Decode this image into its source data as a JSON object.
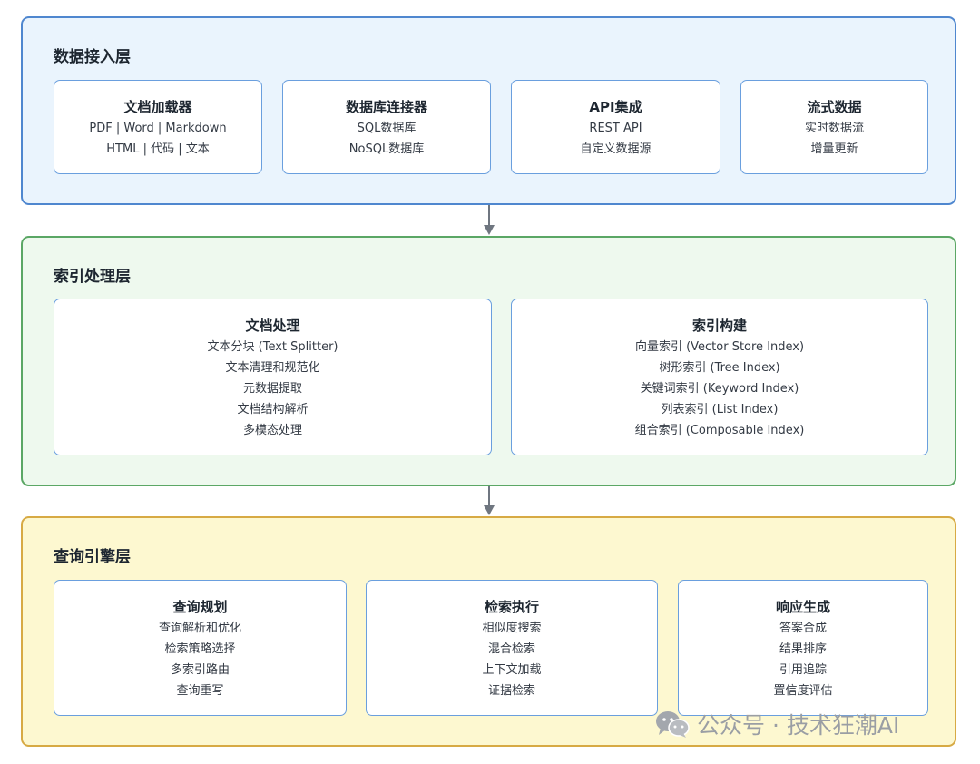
{
  "layers": [
    {
      "title": "数据接入层",
      "cards": [
        {
          "title": "文档加载器",
          "lines": [
            "PDF | Word | Markdown",
            "HTML | 代码 | 文本"
          ]
        },
        {
          "title": "数据库连接器",
          "lines": [
            "SQL数据库",
            "NoSQL数据库"
          ]
        },
        {
          "title": "API集成",
          "lines": [
            "REST API",
            "自定义数据源"
          ]
        },
        {
          "title": "流式数据",
          "lines": [
            "实时数据流",
            "增量更新"
          ]
        }
      ]
    },
    {
      "title": "索引处理层",
      "cards": [
        {
          "title": "文档处理",
          "lines": [
            "文本分块 (Text Splitter)",
            "文本清理和规范化",
            "元数据提取",
            "文档结构解析",
            "多模态处理"
          ]
        },
        {
          "title": "索引构建",
          "lines": [
            "向量索引 (Vector Store Index)",
            "树形索引 (Tree Index)",
            "关键词索引 (Keyword Index)",
            "列表索引 (List Index)",
            "组合索引 (Composable Index)"
          ]
        }
      ]
    },
    {
      "title": "查询引擎层",
      "cards": [
        {
          "title": "查询规划",
          "lines": [
            "查询解析和优化",
            "检索策略选择",
            "多索引路由",
            "查询重写"
          ]
        },
        {
          "title": "检索执行",
          "lines": [
            "相似度搜索",
            "混合检索",
            "上下文加载",
            "证据检索"
          ]
        },
        {
          "title": "响应生成",
          "lines": [
            "答案合成",
            "结果排序",
            "引用追踪",
            "置信度评估"
          ]
        }
      ]
    }
  ],
  "watermark": {
    "text": "公众号 · 技术狂潮AI",
    "icon": "wechat-icon"
  },
  "colors": {
    "layer1_bg": "#eaf4fd",
    "layer1_border": "#4f87cf",
    "layer2_bg": "#eef9ee",
    "layer2_border": "#5ba765",
    "layer3_bg": "#fdf8d0",
    "layer3_border": "#d7aa44",
    "card_border": "#6a9fde",
    "arrow": "#6f7680"
  }
}
